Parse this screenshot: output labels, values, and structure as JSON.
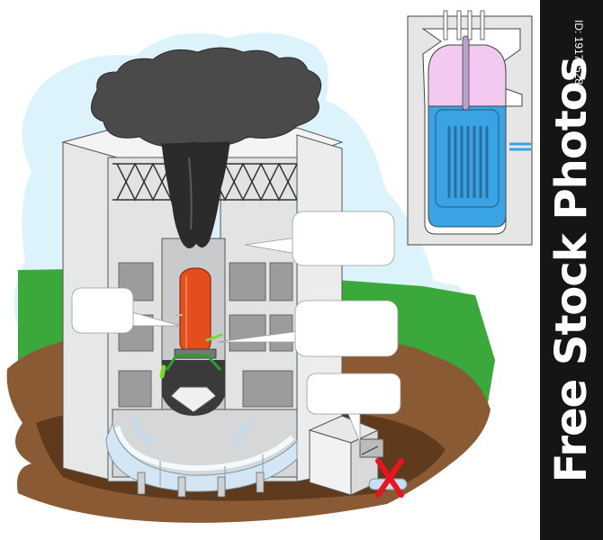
{
  "watermark": {
    "brand": "Free Stock Photos",
    "image_id": "ID: 19176528"
  },
  "colors": {
    "sky": "#ddf3fb",
    "grass": "#3aa83a",
    "soil": "#8a5a34",
    "building": "#e2e3e3",
    "reactor_vessel": "#e24e1e",
    "smoke": "#4a4a4a",
    "coolant": "#3aa3e4",
    "steam": "#f3c9f1",
    "failure_mark": "#e8141e"
  },
  "callouts": [
    {
      "id": "callout-top-right",
      "text": ""
    },
    {
      "id": "callout-left",
      "text": ""
    },
    {
      "id": "callout-mid-right",
      "text": ""
    },
    {
      "id": "callout-bottom-right",
      "text": ""
    }
  ]
}
